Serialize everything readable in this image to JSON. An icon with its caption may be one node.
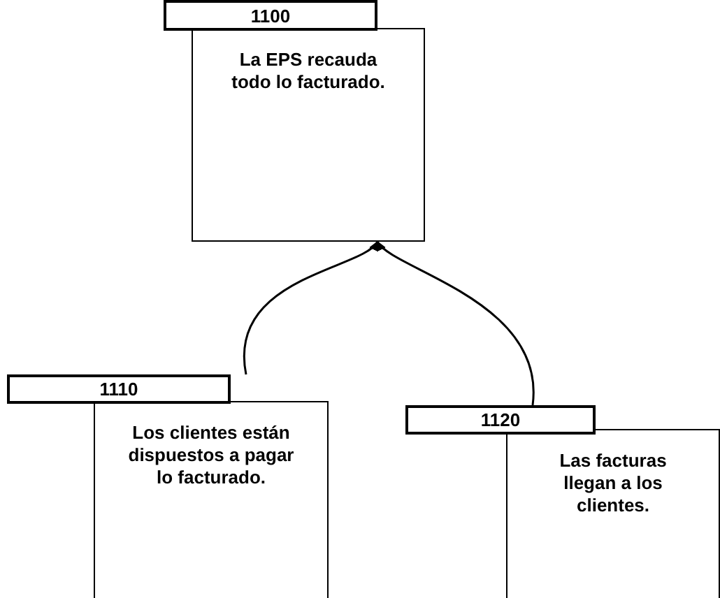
{
  "diagram": {
    "nodes": [
      {
        "text": [
          "1100",
          "La EPS recauda todo lo facturado."
        ]
      },
      {
        "text": [
          "1110",
          "Los clientes están dispuestos a pagar lo facturado."
        ]
      },
      {
        "text": [
          "1120",
          "Las facturas llegan a los clientes."
        ]
      }
    ],
    "edges": [
      {
        "from": 1,
        "to": 0,
        "arrow": "to"
      },
      {
        "from": 2,
        "to": 0,
        "arrow": "to"
      }
    ]
  }
}
